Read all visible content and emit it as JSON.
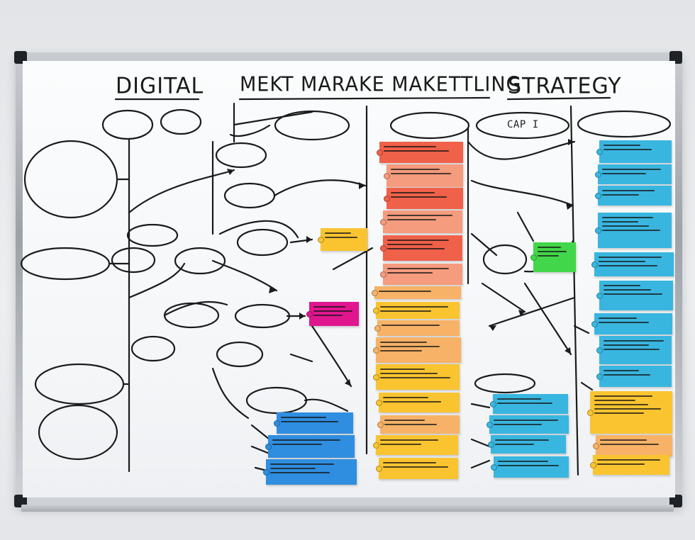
{
  "title": {
    "word1": "DIGITAL",
    "word2": "MEKT MARAKE MAKETTLING",
    "word3": "STRATEGY"
  },
  "bubbles": {
    "top_center": "CAP I"
  },
  "colors": {
    "red": "#f0614a",
    "salmon": "#f59b7e",
    "orange": "#f7b267",
    "yellow": "#f9c430",
    "blue_light": "#39b6e0",
    "blue_dark": "#2f8ee0",
    "magenta": "#e0168f",
    "green": "#42d64a"
  }
}
